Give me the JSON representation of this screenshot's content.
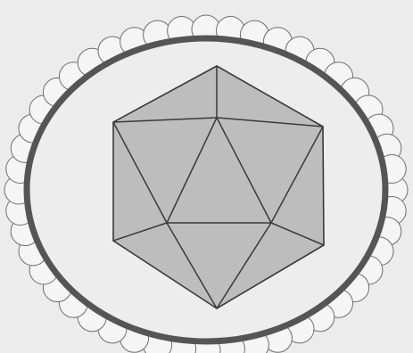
{
  "diagram": {
    "type": "icosahedral-particle",
    "colors": {
      "background": "#ececec",
      "capsule_fill": "#ededed",
      "envelope_ring": "#555555",
      "bead_fill": "#f5f5f5",
      "bead_stroke": "#6f6f6f",
      "face_fill": "#bdbdbd",
      "edge_stroke": "#3a3a3a"
    },
    "surface_bead_count": 48,
    "polyhedron": {
      "shape": "icosahedron",
      "visible_faces": 10
    }
  }
}
